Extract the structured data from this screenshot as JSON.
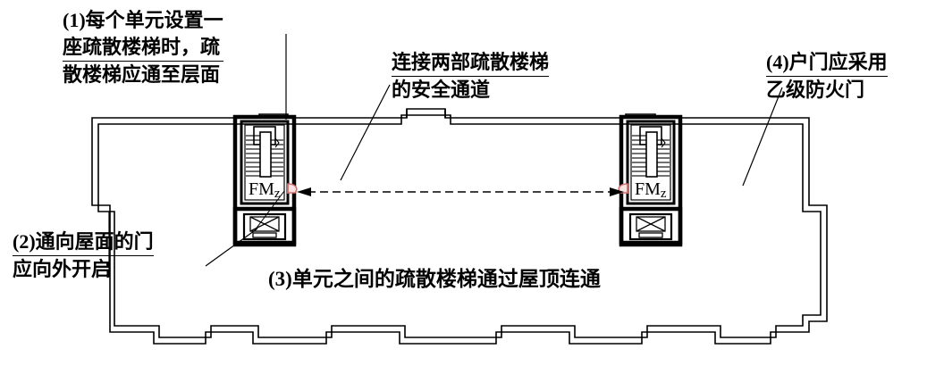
{
  "diagram": {
    "type": "architectural-floor-plan",
    "title_present": false,
    "background_color": "#ffffff",
    "line_color": "#000000",
    "door_color": "#e8a0a0"
  },
  "annotations": [
    {
      "id": "note-1",
      "number": "(1)",
      "lines": [
        "(1)每个单元设置一",
        "座疏散楼梯时，疏",
        "散楼梯应通至层面"
      ],
      "full_text": "(1)每个单元设置一座疏散楼梯时，疏散楼梯应通至层面",
      "position": "top-left"
    },
    {
      "id": "note-connector",
      "lines": [
        "连接两部疏散楼梯",
        "的安全通道"
      ],
      "full_text": "连接两部疏散楼梯的安全通道",
      "position": "top-center"
    },
    {
      "id": "note-4",
      "number": "(4)",
      "lines": [
        "(4)户门应采用",
        "乙级防火门"
      ],
      "full_text": "(4)户门应采用乙级防火门",
      "position": "top-right"
    },
    {
      "id": "note-2",
      "number": "(2)",
      "lines": [
        "(2)通向屋面的门",
        "应向外开启"
      ],
      "full_text": "(2)通向屋面的门应向外开启",
      "position": "bottom-left"
    },
    {
      "id": "note-3",
      "number": "(3)",
      "lines": [
        "(3)单元之间的疏散楼梯通过屋顶连通"
      ],
      "full_text": "(3)单元之间的疏散楼梯通过屋顶连通",
      "position": "bottom-center"
    }
  ],
  "plan_labels": {
    "left_stair_door_label": "FMz",
    "right_stair_door_label": "FMz"
  },
  "plan_elements": {
    "left_stairwell": "evacuation-stairwell",
    "right_stairwell": "evacuation-stairwell",
    "connector_arrow": "double-headed-dashed-arrow",
    "roof_door_marker": "x-crossed-door"
  }
}
